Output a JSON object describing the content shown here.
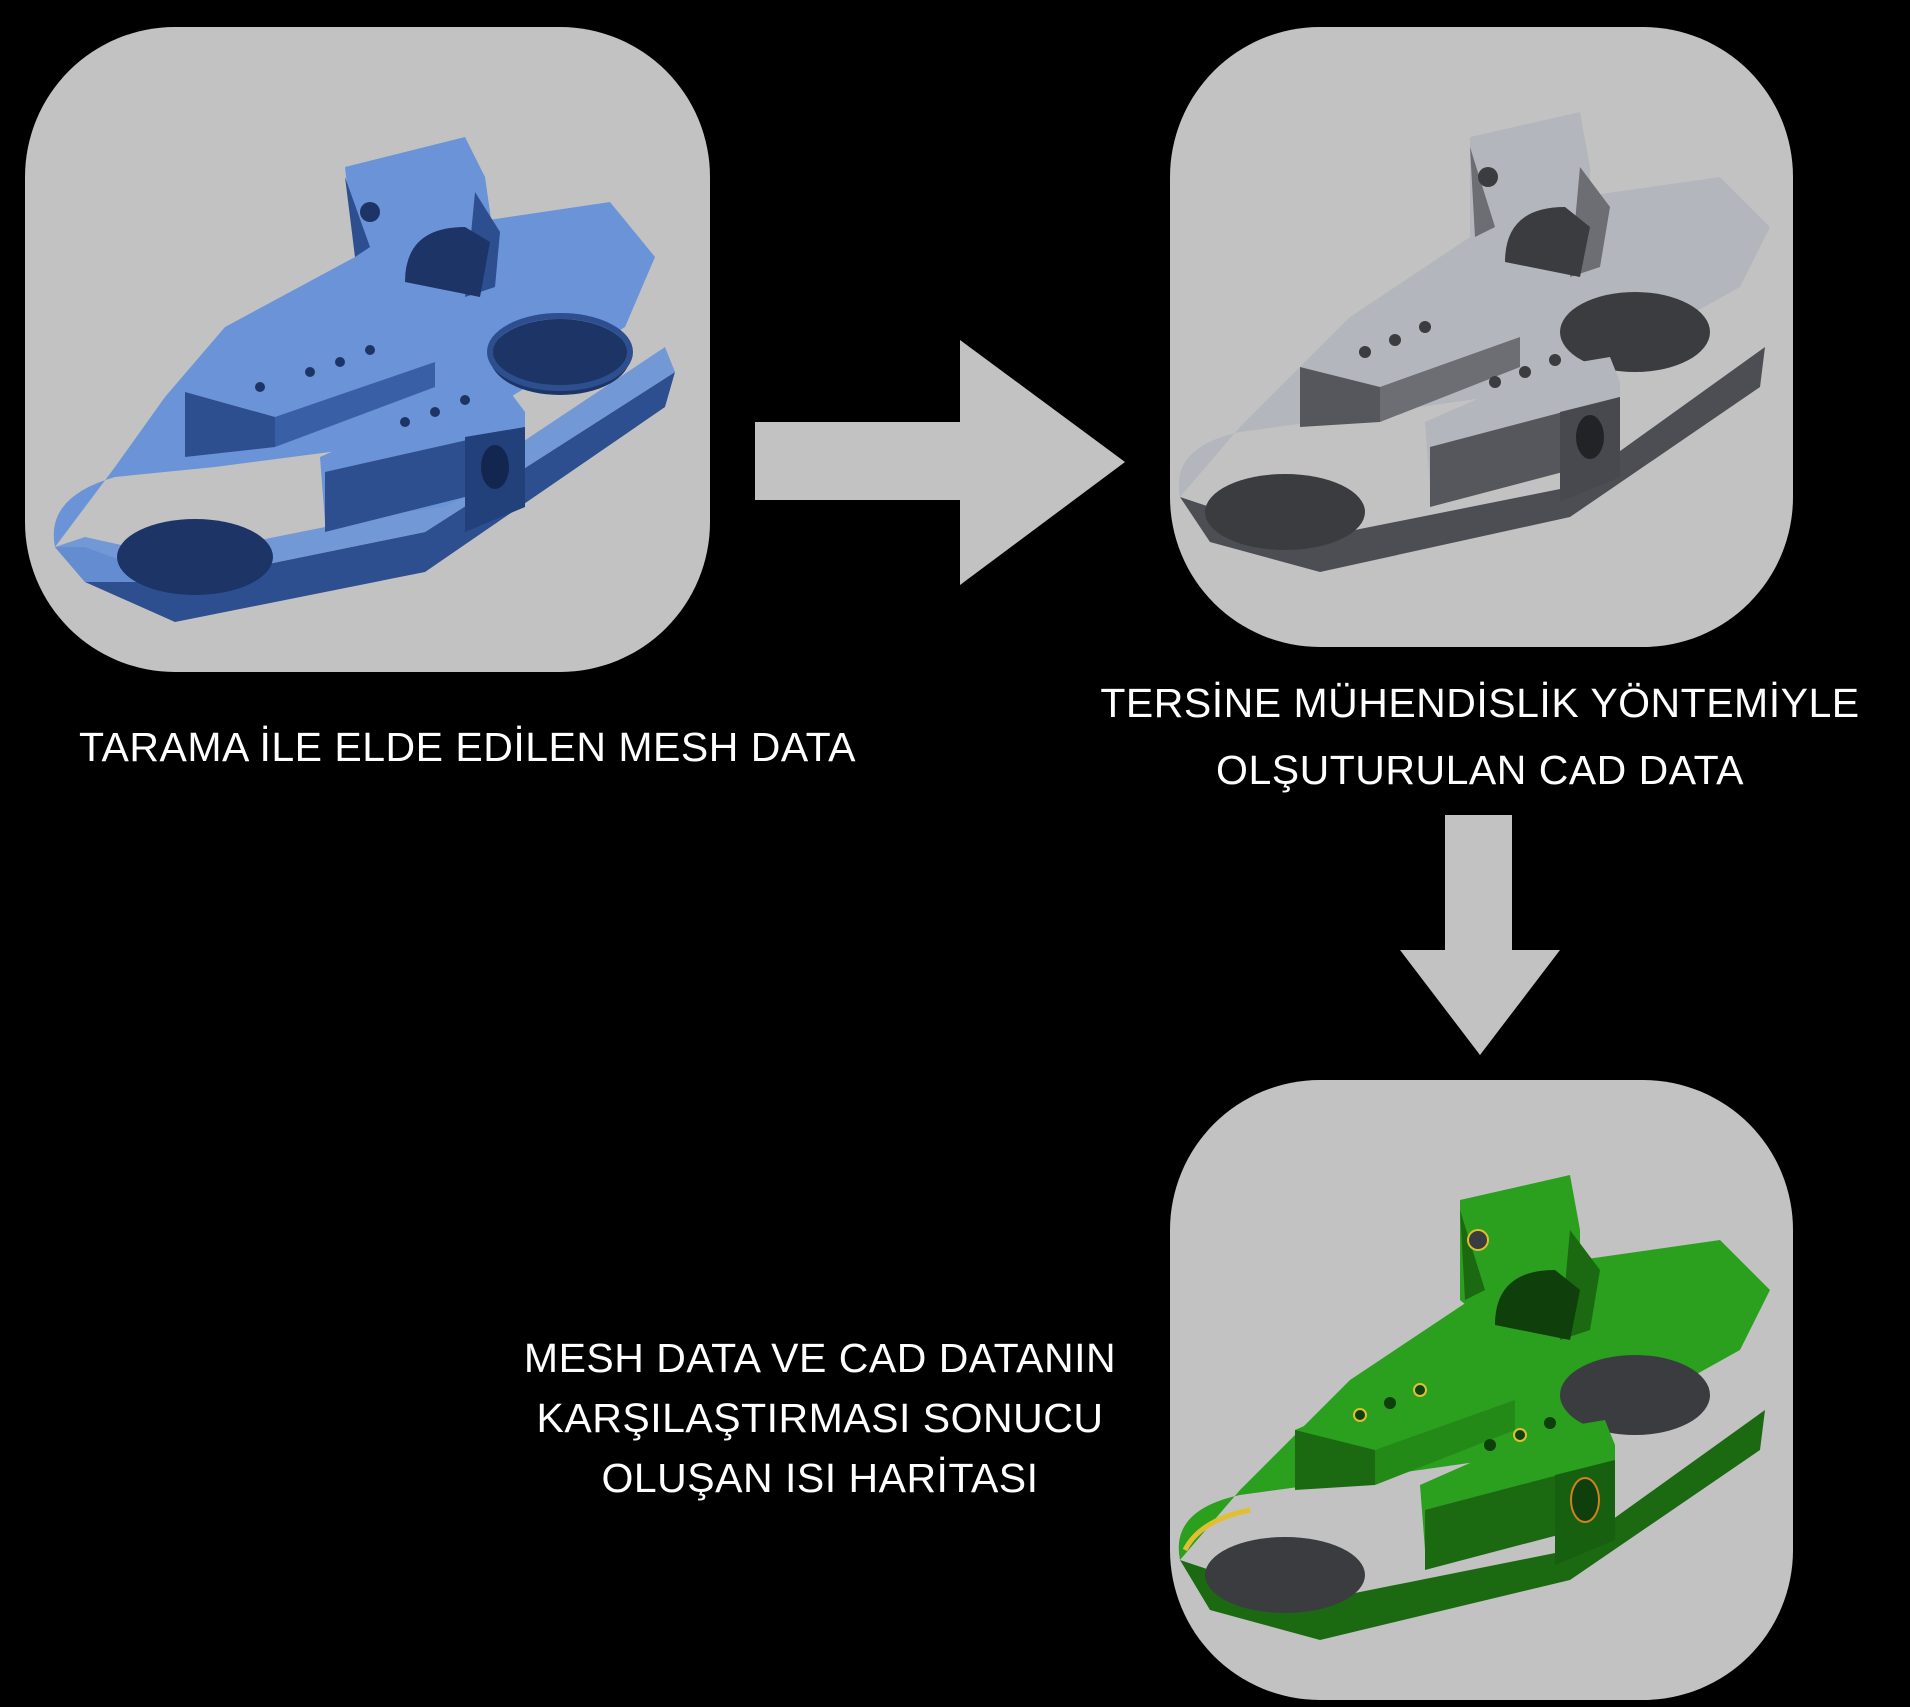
{
  "captions": {
    "mesh": "TARAMA İLE ELDE EDİLEN MESH DATA",
    "cad_line1": "TERSİNE MÜHENDİSLİK YÖNTEMİYLE",
    "cad_line2": "OLŞUTURULAN CAD DATA",
    "heatmap_line1": "MESH DATA VE CAD DATANIN",
    "heatmap_line2": "KARŞILAŞTIRMASI SONUCU",
    "heatmap_line3": "OLUŞAN ISI HARİTASI"
  },
  "colors": {
    "background": "#000000",
    "panel": "#c2c2c2",
    "arrow": "#c2c2c2",
    "text": "#ffffff",
    "mesh_part": "#6a93d8",
    "cad_part": "#b4b6bd",
    "heatmap_part": "#2aa01e"
  },
  "panels": [
    {
      "id": "mesh",
      "icon": "blue-mesh-scan-part-image"
    },
    {
      "id": "cad",
      "icon": "grey-cad-model-part-image"
    },
    {
      "id": "heatmap",
      "icon": "green-deviation-heatmap-part-image"
    }
  ]
}
